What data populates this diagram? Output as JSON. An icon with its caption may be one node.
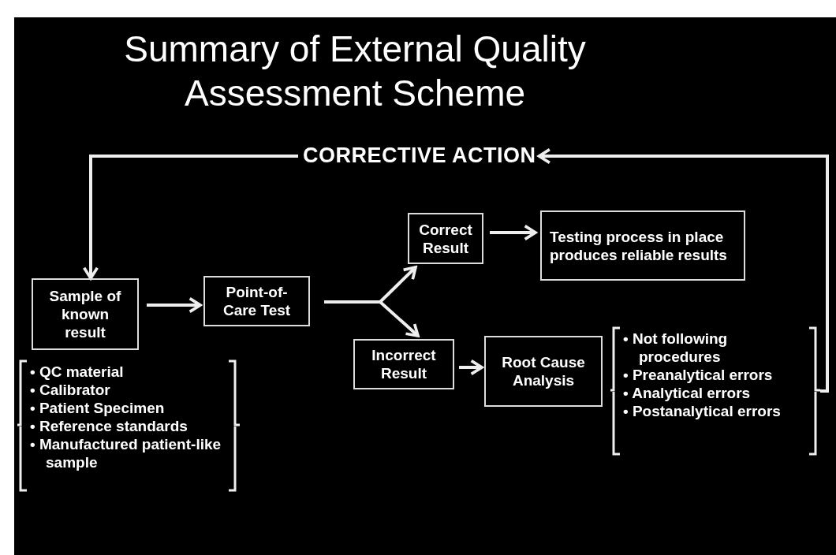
{
  "diagram": {
    "title": "Summary of External Quality Assessment Scheme",
    "nodes": [
      {
        "text": [
          "CORRECTIVE ACTION"
        ]
      },
      {
        "text": [
          "Sample of known result"
        ]
      },
      {
        "text": [
          "Point-of-Care Test"
        ]
      },
      {
        "text": [
          "Correct Result"
        ]
      },
      {
        "text": [
          "Testing process in place produces reliable results"
        ]
      },
      {
        "text": [
          "Incorrect Result"
        ]
      },
      {
        "text": [
          "Root Cause Analysis"
        ]
      },
      {
        "text": [
          "• Not following procedures",
          "• Preanalytical errors",
          "• Analytical errors",
          "• Postanalytical errors"
        ]
      },
      {
        "text": [
          "• QC material",
          "• Calibrator",
          "• Patient Specimen",
          "• Reference standards",
          "• Manufactured patient-like sample"
        ]
      }
    ],
    "edges": [
      {
        "from": 0,
        "to": 1,
        "arrow": "to"
      },
      {
        "from": 1,
        "to": 2,
        "arrow": "to"
      },
      {
        "from": 2,
        "to": 3,
        "arrow": "to"
      },
      {
        "from": 2,
        "to": 5,
        "arrow": "to"
      },
      {
        "from": 3,
        "to": 4,
        "arrow": "to"
      },
      {
        "from": 5,
        "to": 6,
        "arrow": "to"
      },
      {
        "from": 7,
        "to": 0,
        "arrow": "to"
      }
    ]
  }
}
